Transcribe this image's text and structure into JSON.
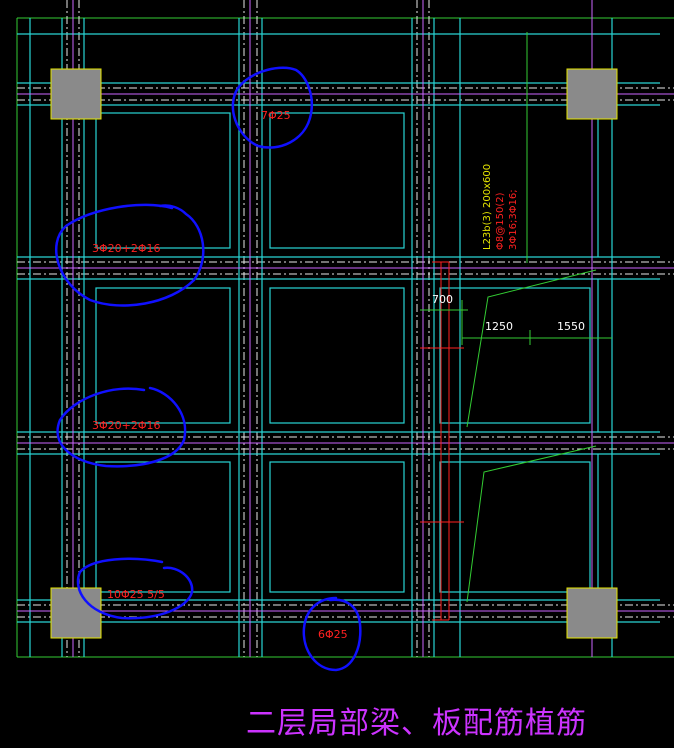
{
  "colors": {
    "background": "#000000",
    "border": "#33cc33",
    "beam_line": "#29d4d4",
    "axis_line": "#cc66ff",
    "white_line": "#e8e8e8",
    "column": "#8a8a8a",
    "column_edge": "#e6e600",
    "rebar_text": "#ff2020",
    "markup_circle": "#1010ff",
    "dim_line": "#33cc33",
    "title": "#cc33ff"
  },
  "rebar_labels": {
    "top_beam": "7Φ25",
    "upper_left_beam": "3Φ20+2Φ16",
    "middle_left_beam": "3Φ20+2Φ16",
    "bottom_left_beam": "10Φ25 5/5",
    "bottom_mid_beam": "6Φ25"
  },
  "beam_annotation": {
    "line1": "L23b(3) 200x600",
    "line2": "Φ8@150(2)",
    "line3": "3Φ16;3Φ16;"
  },
  "dimensions": {
    "d1": "700",
    "d2": "1250",
    "d3": "1550"
  },
  "title": "二层局部梁、板配筋植筋"
}
